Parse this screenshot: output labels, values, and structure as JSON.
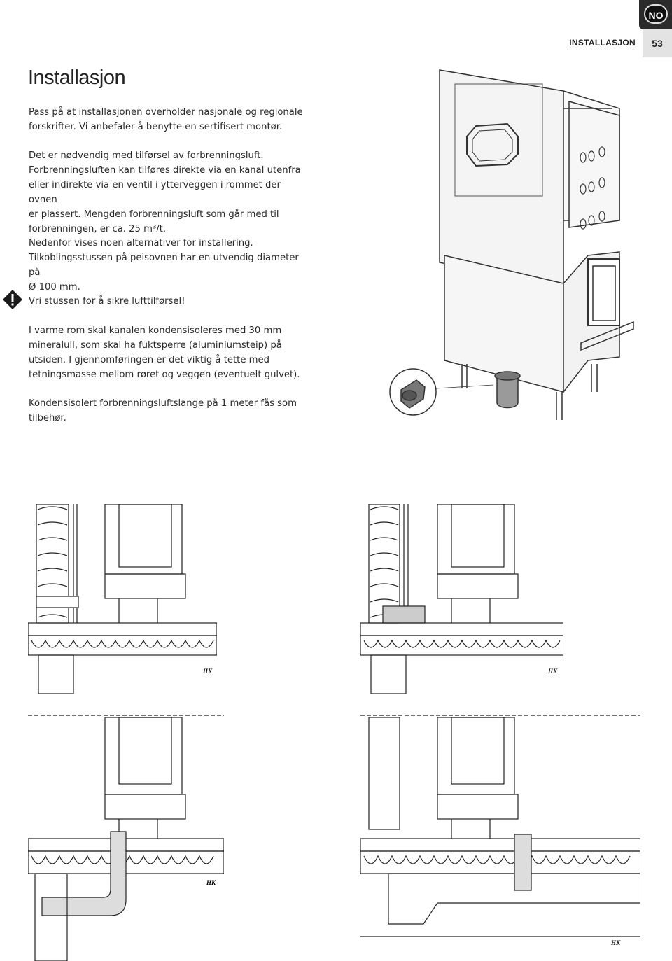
{
  "header": {
    "language": "NO",
    "section": "INSTALLASJON",
    "page_number": "53"
  },
  "title": "Installasjon",
  "paragraphs": {
    "p1": "Pass på at installasjonen overholder nasjonale og regionale\nforskrifter. Vi anbefaler å benytte en sertifisert montør.",
    "p2": "Det er nødvendig med tilførsel av forbrenningsluft.\nForbrenningsluften kan tilføres direkte via en kanal utenfra\neller indirekte via en ventil i ytterveggen i rommet der ovnen\ner plassert. Mengden forbrenningsluft som går med til\nforbrenningen, er ca. 25 m³/t.",
    "p3": "Nedenfor vises noen alternativer for installering.\nTilkoblingsstussen på peisovnen har en utvendig diameter på\nØ 100 mm.",
    "warning": "Vri stussen for å sikre lufttilførsel!",
    "p4": "I varme rom skal kanalen kondensisoleres med 30 mm\nmineralull, som skal ha fuktsperre (aluminiumsteip) på\nutsiden. I gjennomføringen er det viktig å tette med\ntetningsmasse mellom røret og veggen (eventuelt gulvet).",
    "p5": "Kondensisolert forbrenningsluftslange på 1 meter fås som\ntilbehør."
  },
  "diagram_labels": {
    "d1": "HK",
    "d2": "HK",
    "d3": "HK",
    "d4": "HK"
  },
  "icons": {
    "warning": "exclamation-warning-icon"
  }
}
